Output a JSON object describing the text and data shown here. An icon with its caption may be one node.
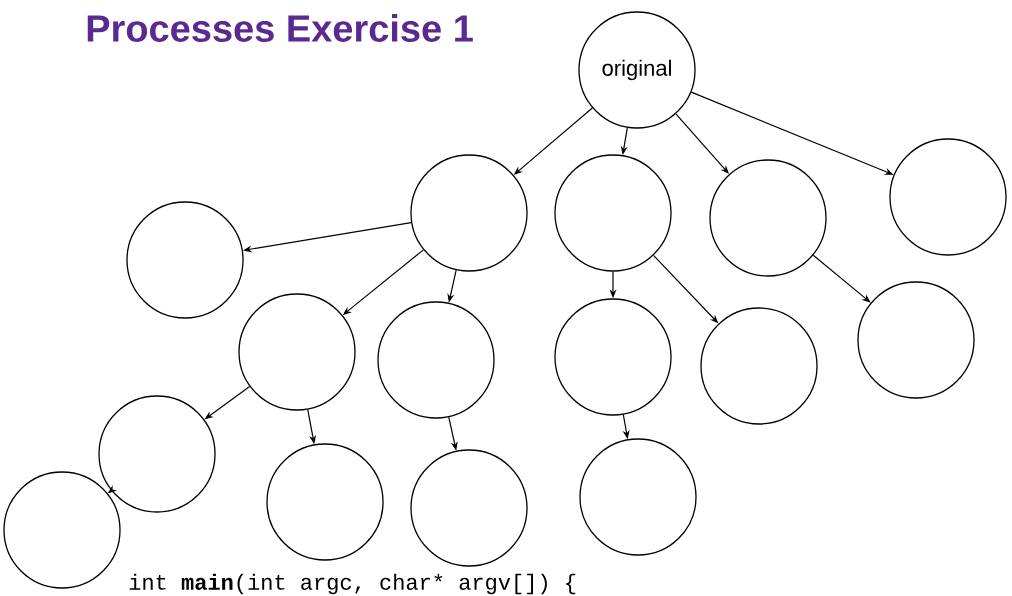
{
  "diagram": {
    "title": "Processes Exercise 1",
    "nodes": [
      {
        "text": [
          "original"
        ]
      },
      {
        "text": [],
        "shape": "circle"
      },
      {
        "text": [],
        "shape": "circle"
      },
      {
        "text": [],
        "shape": "circle"
      },
      {
        "text": [],
        "shape": "circle"
      },
      {
        "text": [],
        "shape": "circle"
      },
      {
        "text": [],
        "shape": "circle"
      },
      {
        "text": [],
        "shape": "circle"
      },
      {
        "text": [],
        "shape": "circle"
      },
      {
        "text": [],
        "shape": "circle"
      },
      {
        "text": [],
        "shape": "circle"
      },
      {
        "text": [],
        "shape": "circle"
      },
      {
        "text": [],
        "shape": "circle"
      },
      {
        "text": [],
        "shape": "circle"
      },
      {
        "text": [],
        "shape": "circle"
      },
      {
        "text": [],
        "shape": "circle"
      }
    ],
    "edges": [
      {
        "from": 0,
        "to": 1,
        "arrow": "to"
      },
      {
        "from": 0,
        "to": 2,
        "arrow": "to"
      },
      {
        "from": 0,
        "to": 3,
        "arrow": "to"
      },
      {
        "from": 0,
        "to": 4,
        "arrow": "to"
      },
      {
        "from": 1,
        "to": 5,
        "arrow": "to"
      },
      {
        "from": 1,
        "to": 6,
        "arrow": "to"
      },
      {
        "from": 1,
        "to": 7,
        "arrow": "to"
      },
      {
        "from": 2,
        "to": 8,
        "arrow": "to"
      },
      {
        "from": 2,
        "to": 9,
        "arrow": "to"
      },
      {
        "from": 3,
        "to": 10,
        "arrow": "to"
      },
      {
        "from": 6,
        "to": 11,
        "arrow": "to"
      },
      {
        "from": 6,
        "to": 12,
        "arrow": "to"
      },
      {
        "from": 7,
        "to": 13,
        "arrow": "to"
      },
      {
        "from": 8,
        "to": 14,
        "arrow": "to"
      },
      {
        "from": 11,
        "to": 15,
        "arrow": "to"
      }
    ],
    "labels": [
      "int **main**(int argc, char* argv[]) {"
    ]
  }
}
